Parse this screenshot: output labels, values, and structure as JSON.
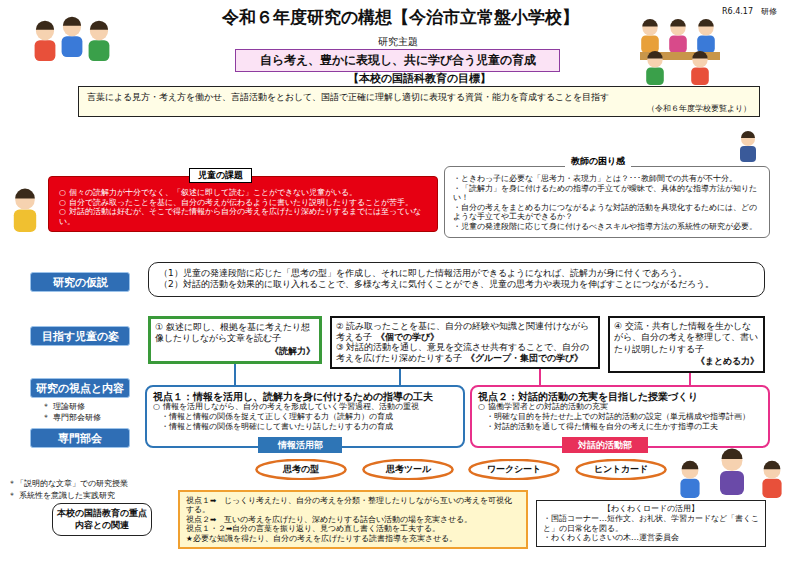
{
  "diagram": {
    "title": "令和６年度研究の構想【今治市立常盤小学校】",
    "nodes": [
      {
        "text": [
          "研究主題",
          "自ら考え、豊かに表現し、共に学び合う児童の育成"
        ]
      },
      {
        "text": [
          "【本校の国語科教育の目標】",
          "言葉による見方・考え方を働かせ、言語活動をとおして、国語で正確に理解し適切に表現する資質・能力を育成することを目指す",
          "（令和６年度学校要覧より）"
        ]
      },
      {
        "text": [
          "児童の課題",
          "○ 個々の読解力が十分でなく、「叙述に即して読む」ことができない児童がいる。",
          "○ 自分で読み取ったことを基に、自分の考えが伝わるように書いたり説明したりすることが苦手。",
          "○ 対話的活動は好むが、そこで得た情報から自分の考えを広げたり深めたりするまでには至っていない。"
        ]
      },
      {
        "text": [
          "教師の困り感",
          "・ときわっ子に必要な「思考力・表現力」とは？･･･教師間での共有が不十分。",
          "・「読解力」を身に付けるための指導の手立てが曖昧で、具体的な指導方法が知りたい！",
          "・自分の考えをまとめる力につながるような対話的活動を具現化するためには、どのような手立てや工夫ができるか？",
          "・児童の発達段階に応じて身に付けるべきスキルや指導方法の系統性の研究が必要。"
        ]
      },
      {
        "text": [
          "研究の仮説"
        ]
      },
      {
        "text": [
          "（1）児童の発達段階に応じた「思考の型」を作成し、それに即した情報活用ができるようになれば、読解力が身に付くであろう。",
          "（2）対話的活動を効果的に取り入れることで、多様な考えに気付くことができ、児童の思考力や表現力を伸ばすことにつながるだろう。"
        ]
      },
      {
        "text": [
          "目指す児童の姿"
        ]
      },
      {
        "text": [
          "① 叙述に即し、根拠を基に考えたり想像したりしながら文章を読む子",
          "《読解力》"
        ]
      },
      {
        "text": [
          "② 読み取ったことを基に、自分の経験や知識と関連付けながら考える子",
          "《個での学び》",
          "③ 対話的活動を通し、意見を交流させ共有することで、自分の考えを広げたり深めたりする子",
          "《グループ・集団での学び》"
        ]
      },
      {
        "text": [
          "④ 交流・共有した情報を生かしながら、自分の考えを整理して、書いたり説明したりする子",
          "《まとめる力》"
        ]
      },
      {
        "text": [
          "研究の視点と内容"
        ]
      },
      {
        "text": [
          "専門部会"
        ]
      },
      {
        "text": [
          "視点１：情報を活用し、読解力を身に付けるための指導の工夫",
          "○ 情報を活用しながら、自分の考えを形成していく学習過程、活動の重視",
          "・情報と情報の関係を捉えて正しく理解する力（読解力）の育成",
          "・情報と情報の関係を明確にして書いたり話したりする力の育成"
        ]
      },
      {
        "text": [
          "視点２：対話的活動の充実を目指した授業づくり",
          "○ 協働学習者との対話的活動の充実",
          "・明確な目的を持たせた上での対話的活動の設定（単元構成や指導計画）",
          "・対話的活動を通して得た情報を自分の考えに生かす指導の工夫"
        ]
      },
      {
        "text": [
          "情報活用部"
        ]
      },
      {
        "text": [
          "対話的活動部"
        ]
      },
      {
        "text": [
          "思考の型"
        ]
      },
      {
        "text": [
          "思考ツール"
        ]
      },
      {
        "text": [
          "ワークシート"
        ]
      },
      {
        "text": [
          "ヒントカード"
        ]
      },
      {
        "text": [
          "本校の国語教育の重点内容との関連"
        ]
      },
      {
        "text": [
          "視点１➡　じっくり考えたり、自分の考えを分類・整理したりしながら互いの考えを可視化する。",
          "視点２➡　互いの考えを広げたり、深めたりする話合い活動の場を充実させる。",
          "視点１・２➡自分の言葉を振り返り、見つめ直し書く活動を工夫する。",
          "★必要な知識を得たり、自分の考えを広げたりする読書指導を充実させる。"
        ]
      },
      {
        "text": [
          "【わくわくロードの活用】",
          "・国語コーナー…短作文、お礼状、学習カードなど「書くこと」の日常化を図る。",
          "・わくわくあじさいの木…運営委員会"
        ]
      }
    ],
    "edges": [
      {
        "from": 12,
        "to": 7,
        "arrow": "none"
      },
      {
        "from": 12,
        "to": 8,
        "arrow": "none"
      },
      {
        "from": 13,
        "to": 8,
        "arrow": "none"
      },
      {
        "from": 13,
        "to": 9,
        "arrow": "none"
      }
    ],
    "labels": [
      "R6.4.17　研修",
      "＊ 理論研修",
      "＊ 専門部会研修",
      "＊「説明的な文章」での研究授業",
      "＊ 系統性を意識した実践研究"
    ]
  }
}
